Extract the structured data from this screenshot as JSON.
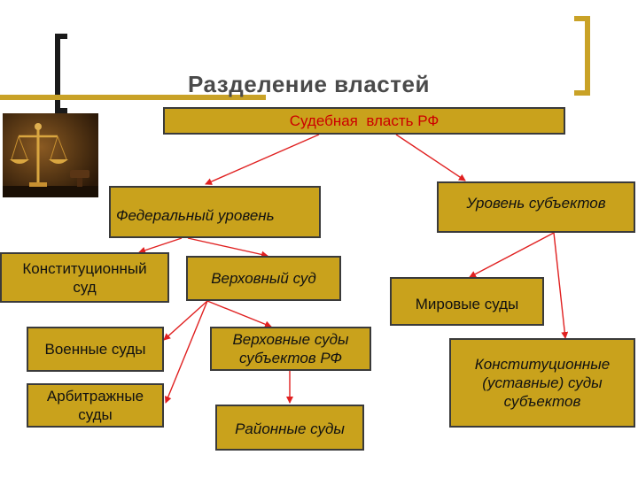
{
  "title": "Разделение властей",
  "diagram": {
    "root": "Судебная  власть РФ",
    "federal_level": "Федеральный уровень",
    "subject_level": "Уровень субъектов",
    "federal_courts": {
      "constitutional": "Конституционный суд",
      "supreme": "Верховный суд",
      "military": "Военные суды",
      "arbitration": "Арбитражные суды",
      "supreme_subjects": "Верховные  суды субъектов РФ",
      "district": "Районные суды"
    },
    "subject_courts": {
      "magistrate": "Мировые суды",
      "constitutional_subjects": "Конституционные (уставные) суды субъектов"
    }
  },
  "colors": {
    "box_fill": "#c9a21c",
    "box_border": "#3a3a3a",
    "arrow": "#e02020",
    "root_text": "#cc0000",
    "accent_bar": "#c9a227"
  },
  "image": {
    "icon": "scales-of-justice"
  }
}
